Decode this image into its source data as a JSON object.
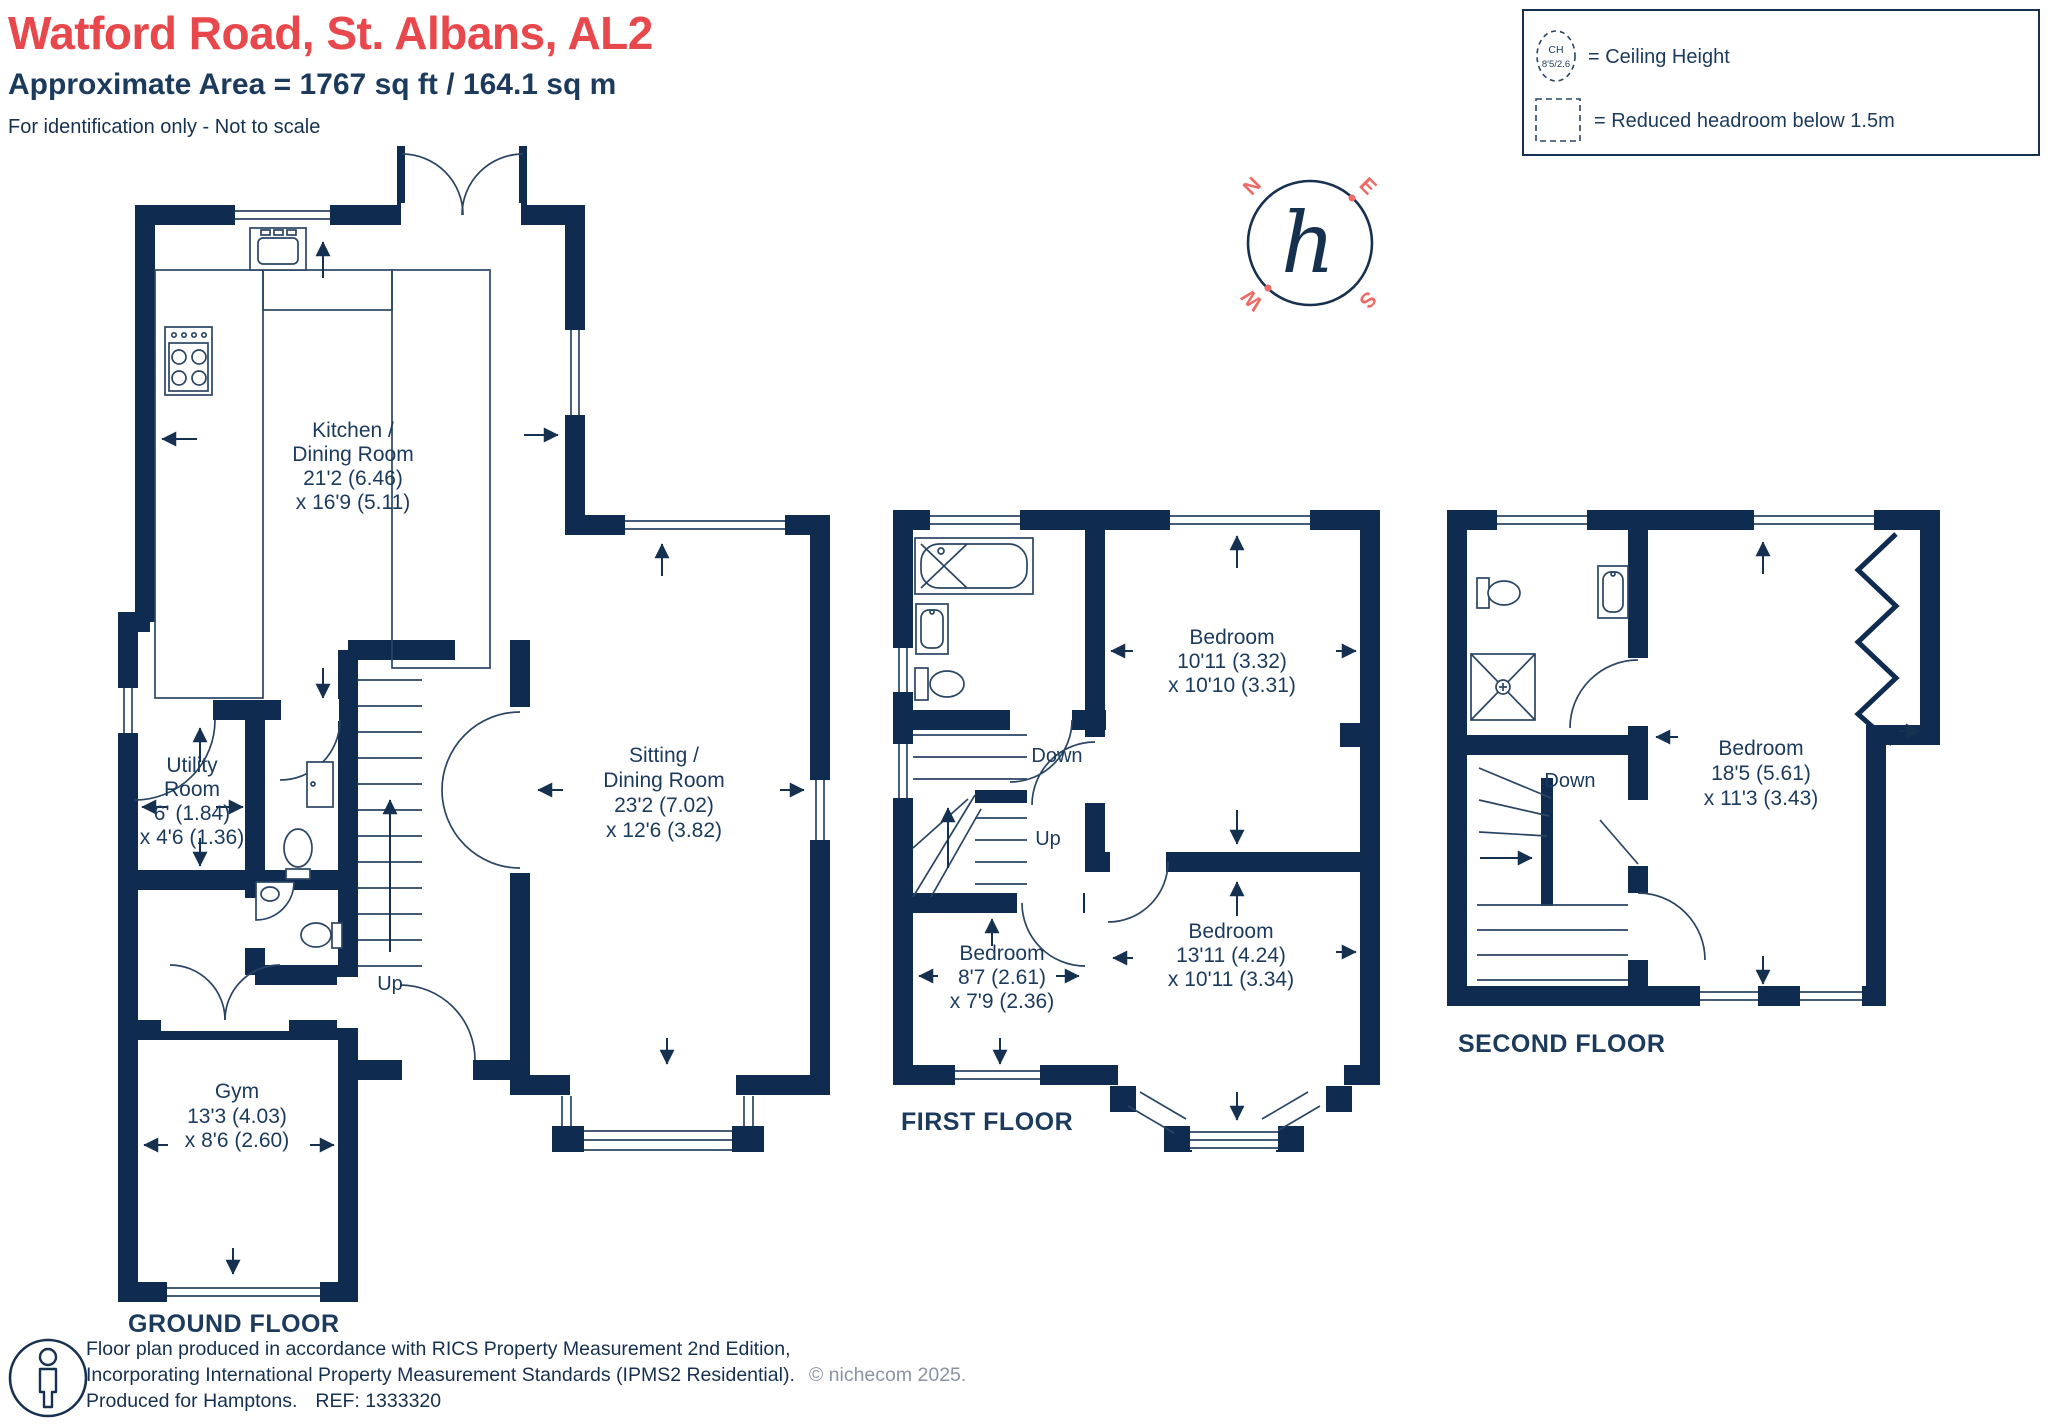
{
  "header": {
    "title": "Watford Road, St. Albans, AL2",
    "area_line": "Approximate Area = 1767 sq ft / 164.1 sq m",
    "disclaimer": "For identification only - Not to scale"
  },
  "legend": {
    "ch_abbr": "CH",
    "ch_value": "8'5/2.6",
    "ceiling_label": "= Ceiling Height",
    "reduced_label": "= Reduced headroom below 1.5m"
  },
  "compass": {
    "n": "N",
    "e": "E",
    "s": "S",
    "w": "W"
  },
  "floors": {
    "ground": {
      "label": "GROUND FLOOR",
      "kitchen": {
        "lines": [
          "Kitchen /",
          "Dining Room",
          "21'2 (6.46)",
          "x 16'9 (5.11)"
        ]
      },
      "utility": {
        "lines": [
          "Utility",
          "Room",
          "6' (1.84)",
          "x 4'6 (1.36)"
        ]
      },
      "sitting": {
        "lines": [
          "Sitting /",
          "Dining Room",
          "23'2 (7.02)",
          "x 12'6 (3.82)"
        ]
      },
      "gym": {
        "lines": [
          "Gym",
          "13'3 (4.03)",
          "x 8'6 (2.60)"
        ]
      },
      "stairs_up": "Up"
    },
    "first": {
      "label": "FIRST FLOOR",
      "bedroom1": {
        "lines": [
          "Bedroom",
          "10'11 (3.32)",
          "x 10'10 (3.31)"
        ]
      },
      "bedroom2": {
        "lines": [
          "Bedroom",
          "8'7 (2.61)",
          "x 7'9 (2.36)"
        ]
      },
      "bedroom3": {
        "lines": [
          "Bedroom",
          "13'11 (4.24)",
          "x 10'11 (3.34)"
        ]
      },
      "stairs_down": "Down",
      "stairs_up": "Up"
    },
    "second": {
      "label": "SECOND FLOOR",
      "bedroom": {
        "lines": [
          "Bedroom",
          "18'5 (5.61)",
          "x 11'3 (3.43)"
        ]
      },
      "stairs_down": "Down"
    }
  },
  "footer": {
    "line1": "Floor plan produced in accordance with RICS Property Measurement 2nd Edition,",
    "line2": "Incorporating International Property Measurement Standards (IPMS2 Residential).",
    "copyright": "© nichecom 2025.",
    "line3": "Produced for Hamptons.",
    "ref": "REF:  1333320"
  },
  "colors": {
    "wall": "#0f2c50",
    "text": "#1b3a5c",
    "accent_red": "#e8484c",
    "compass_red": "#ed6b66",
    "muted_grey": "#8c93a0"
  }
}
